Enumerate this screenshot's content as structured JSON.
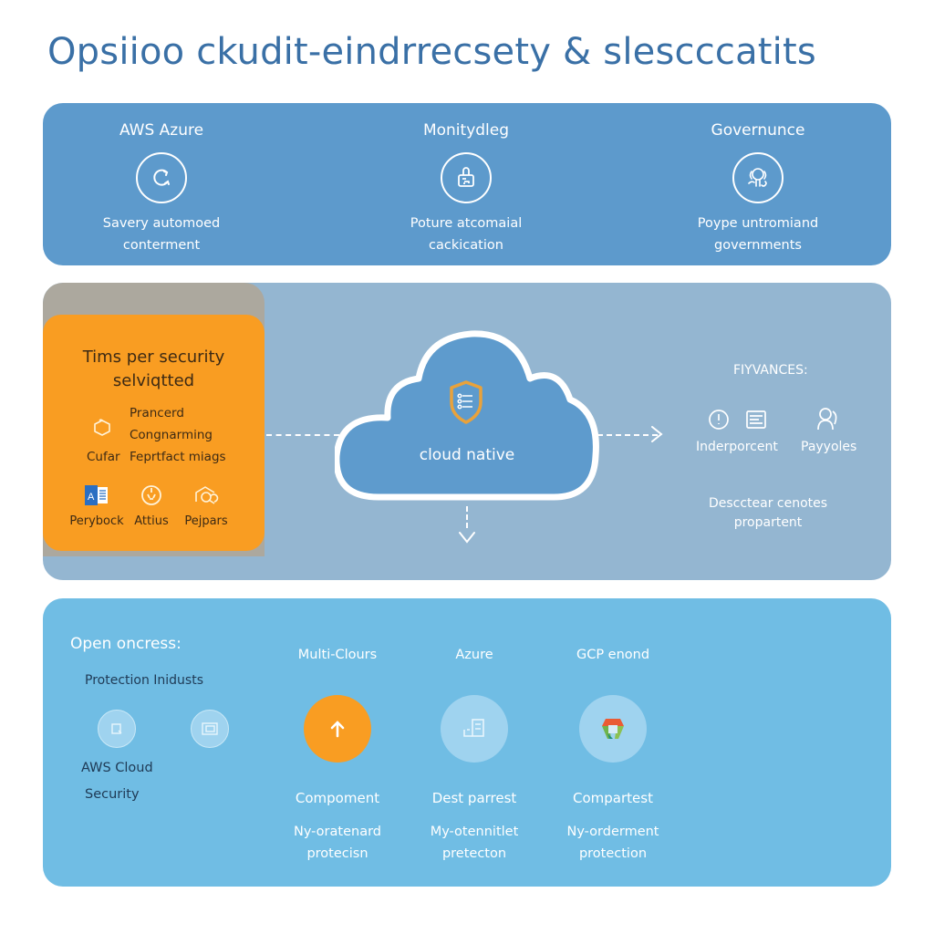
{
  "title": "Opsiioo ckudit-eindrrecsety & slescccatits",
  "colors": {
    "title": "#3a70a6",
    "top_panel": "#5d9acc",
    "middle_panel": "#94b6d1",
    "middle_gray_tab": "#aca89e",
    "orange_accent": "#f99d22",
    "bottom_panel": "#70bde4",
    "light_circle": "#9fd3ef"
  },
  "top_panel": {
    "columns": [
      {
        "title": "AWS Azure",
        "icon": "refresh-icon",
        "desc_line1": "Savery automoed",
        "desc_line2": "conterment"
      },
      {
        "title": "Monitydleg",
        "icon": "lock-flow-icon",
        "desc_line1": "Poture atcomaial",
        "desc_line2": "cackication"
      },
      {
        "title": "Governunce",
        "icon": "user-governance-icon",
        "desc_line1": "Poype untromiand",
        "desc_line2": "governments"
      }
    ]
  },
  "middle_panel": {
    "orange_card": {
      "title_line1": "Tims per security",
      "title_line2": "selviqtted",
      "icon": "box-icon",
      "line1": "Prancerd",
      "line2": "Congnarming",
      "left_label": "Cufar",
      "line3": "Feprtfact miags",
      "items": [
        {
          "icon": "word-doc-icon",
          "label": "Perybock"
        },
        {
          "icon": "gauge-icon",
          "label": "Attius"
        },
        {
          "icon": "cloud-house-icon",
          "label": "Pejpars"
        }
      ]
    },
    "cloud": {
      "label": "cloud native",
      "icon": "shield-checklist-icon"
    },
    "right_box": {
      "title": "FIYVANCES:",
      "items": [
        {
          "icon": "clock-icon",
          "label": ""
        },
        {
          "icon": "document-list-icon",
          "label": "Inderporcent"
        },
        {
          "icon": "user-globe-icon",
          "label": "Payyoles"
        }
      ],
      "desc_line1": "Descctear cenotes",
      "desc_line2": "propartent"
    }
  },
  "bottom_panel": {
    "heading": "Open oncress:",
    "subheading": "Protection Inidusts",
    "small_icons": [
      "file-edit-icon",
      "window-icon"
    ],
    "aws_line1": "AWS Cloud",
    "aws_line2": "Security",
    "columns": [
      {
        "title": "Multi-Clours",
        "icon": "arrow-up-icon",
        "name": "Compoment",
        "desc_line1": "Ny-oratenard",
        "desc_line2": "protecisn"
      },
      {
        "title": "Azure",
        "icon": "azure-files-icon",
        "name": "Dest parrest",
        "desc_line1": "My-otennitlet",
        "desc_line2": "pretecton"
      },
      {
        "title": "GCP enond",
        "icon": "gcp-hexagon-icon",
        "name": "Compartest",
        "desc_line1": "Ny-orderment",
        "desc_line2": "protection"
      }
    ]
  }
}
